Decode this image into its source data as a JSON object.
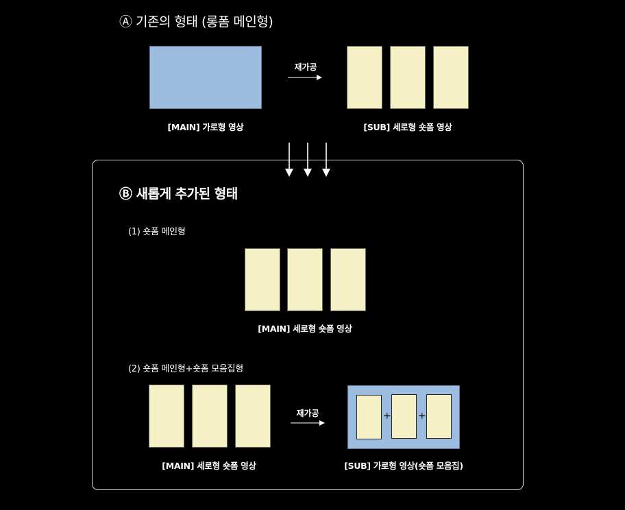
{
  "section_a": {
    "title": "Ⓐ 기존의 형태 (롱폼 메인형)",
    "main_caption": "[MAIN] 가로형 영상",
    "sub_caption": "[SUB] 세로형 숏폼 영상",
    "arrow_label": "재가공"
  },
  "section_b": {
    "title": "Ⓑ 새롭게 추가된 형태",
    "case1": {
      "label": "(1) 숏폼 메인형",
      "main_caption": "[MAIN] 세로형 숏폼 영상"
    },
    "case2": {
      "label": "(2) 숏폼 메인형+숏폼 모음집형",
      "main_caption": "[MAIN] 세로형 숏폼 영상",
      "sub_caption": "[SUB] 가로형 영상(숏폼 모음집)",
      "arrow_label": "재가공",
      "plus_1": "+",
      "plus_2": "+"
    }
  },
  "colors": {
    "background": "#000000",
    "horizontal_video": "#9dbde0",
    "vertical_video": "#f6f0c7",
    "frame_border": "#d8d8d8",
    "text": "#ffffff"
  }
}
